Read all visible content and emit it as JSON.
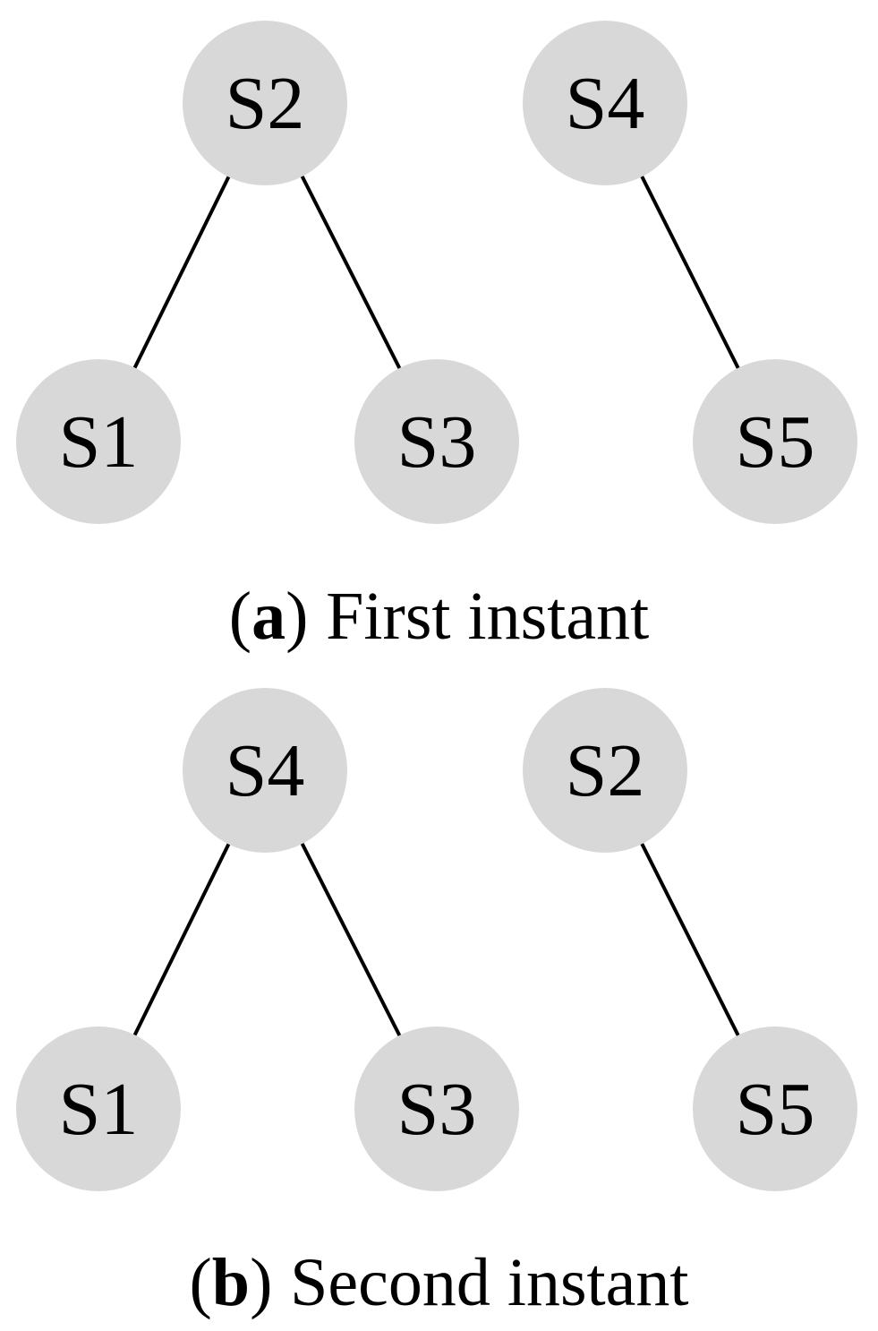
{
  "figure": {
    "background_color": "#ffffff",
    "node_fill_color": "#d8d8d8",
    "node_text_color": "#000000",
    "edge_color": "#000000"
  },
  "panels": [
    {
      "id": "a",
      "caption": {
        "open_paren": "(",
        "letter": "a",
        "close_paren": ")",
        "text": "First instant"
      },
      "nodes": [
        {
          "label": "S2",
          "position": "top-left-root"
        },
        {
          "label": "S4",
          "position": "top-right-root"
        },
        {
          "label": "S1",
          "position": "bottom-left"
        },
        {
          "label": "S3",
          "position": "bottom-middle"
        },
        {
          "label": "S5",
          "position": "bottom-right"
        }
      ],
      "edges": [
        {
          "from": "S2",
          "to": "S1"
        },
        {
          "from": "S2",
          "to": "S3"
        },
        {
          "from": "S4",
          "to": "S5"
        }
      ]
    },
    {
      "id": "b",
      "caption": {
        "open_paren": "(",
        "letter": "b",
        "close_paren": ")",
        "text": "Second instant"
      },
      "nodes": [
        {
          "label": "S4",
          "position": "top-left-root"
        },
        {
          "label": "S2",
          "position": "top-right-root"
        },
        {
          "label": "S1",
          "position": "bottom-left"
        },
        {
          "label": "S3",
          "position": "bottom-middle"
        },
        {
          "label": "S5",
          "position": "bottom-right"
        }
      ],
      "edges": [
        {
          "from": "S4",
          "to": "S1"
        },
        {
          "from": "S4",
          "to": "S3"
        },
        {
          "from": "S2",
          "to": "S5"
        }
      ]
    }
  ]
}
